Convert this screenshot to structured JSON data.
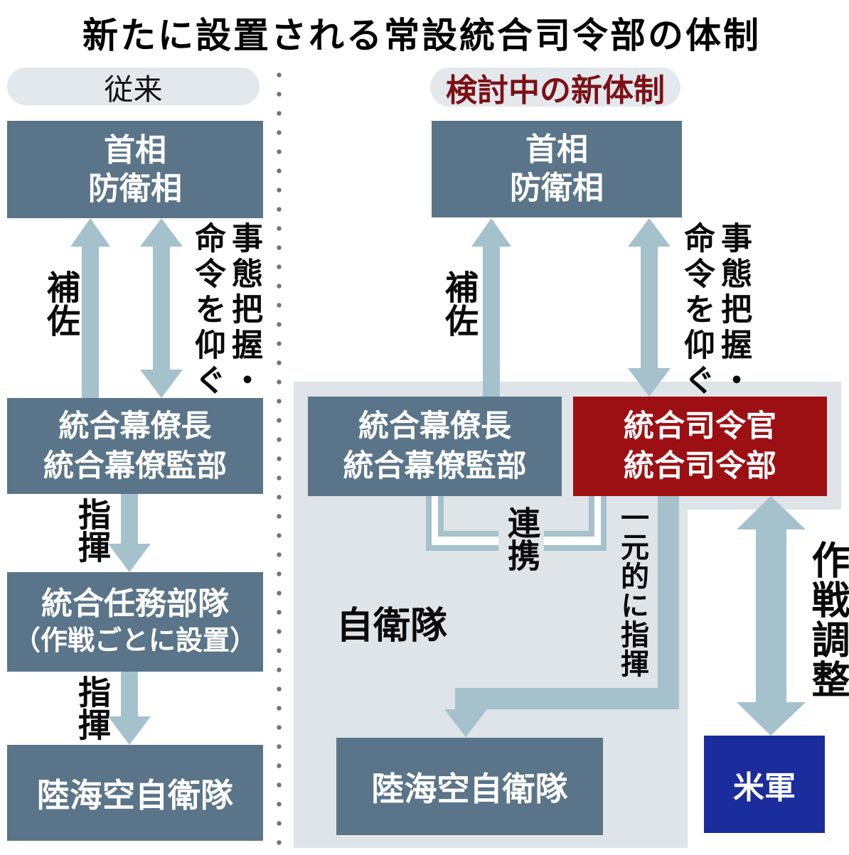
{
  "title": "新たに設置される常設統合司令部の体制",
  "colors": {
    "box_blue": "#5a7589",
    "arrow_blue": "#a4c1cc",
    "panel_gray": "#dee4e8",
    "pill_gray": "#e3e8ed",
    "red_box": "#9c1014",
    "red_header_text": "#7c1115",
    "navy_box": "#1b2c9d",
    "dot_gray": "#6f747b"
  },
  "left": {
    "header": "従来",
    "pm_box": {
      "line1": "首相",
      "line2": "防衛相"
    },
    "assist_label": "補佐",
    "orders_label": "事態把握・命令を仰ぐ",
    "staff_box": {
      "line1": "統合幕僚長",
      "line2": "統合幕僚監部"
    },
    "command_label_1": "指揮",
    "task_box": {
      "line1": "統合任務部隊",
      "line2": "（作戦ごとに設置）"
    },
    "command_label_2": "指揮",
    "sdf_box": "陸海空自衛隊"
  },
  "right": {
    "header": "検討中の新体制",
    "pm_box": {
      "line1": "首相",
      "line2": "防衛相"
    },
    "assist_label": "補佐",
    "orders_label": "事態把握・命令を仰ぐ",
    "staff_box": {
      "line1": "統合幕僚長",
      "line2": "統合幕僚監部"
    },
    "joint_command_box": {
      "line1": "統合司令官",
      "line2": "統合司令部"
    },
    "coordination_label": "連携",
    "sdf_area_label": "自衛隊",
    "unified_command_label": "一元的に指揮",
    "sdf_box": "陸海空自衛隊",
    "ops_coordination_label": "作戦調整",
    "us_forces_box": "米軍"
  }
}
